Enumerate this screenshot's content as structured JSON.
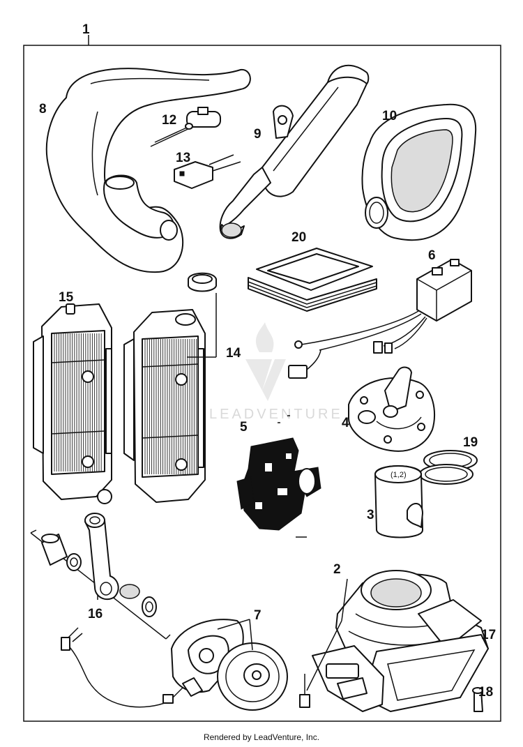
{
  "diagram": {
    "callouts": {
      "c1": "1",
      "c2": "2",
      "c3": "3",
      "c4": "4",
      "c5": "5",
      "c6": "6",
      "c7": "7",
      "c8": "8",
      "c9": "9",
      "c10": "10",
      "c12": "12",
      "c13": "13",
      "c14": "14",
      "c15": "15",
      "c16": "16",
      "c17": "17",
      "c18": "18",
      "c19": "19",
      "c20": "20"
    },
    "piston_marking": "(1,2)",
    "watermark_text": "LEADVENTURE"
  },
  "footer": {
    "text": "Rendered by LeadVenture, Inc."
  },
  "colors": {
    "line": "#111111",
    "background": "#ffffff",
    "watermark": "#d9d9d9"
  }
}
